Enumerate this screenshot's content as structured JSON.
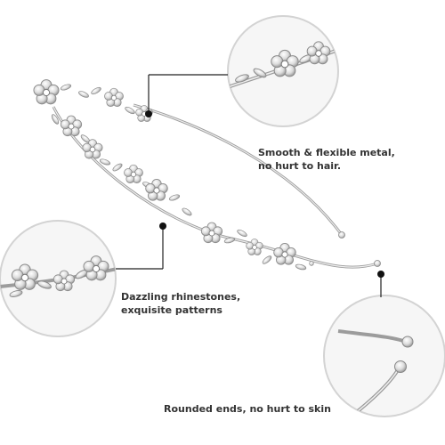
{
  "captions": {
    "smooth_line1": "Smooth & flexible metal,",
    "smooth_line2": "no hurt to hair.",
    "dazzle_line1": "Dazzling rhinestones,",
    "dazzle_line2": "exquisite patterns",
    "rounded": "Rounded ends, no hurt to skin"
  },
  "colors": {
    "background": "#ffffff",
    "text": "#333333",
    "lens_border": "#cfcfcf",
    "lens_fill": "#f5f5f5",
    "callout_line": "#222222",
    "metal": "#c8c8c8",
    "metal_dark": "#9a9a9a"
  }
}
